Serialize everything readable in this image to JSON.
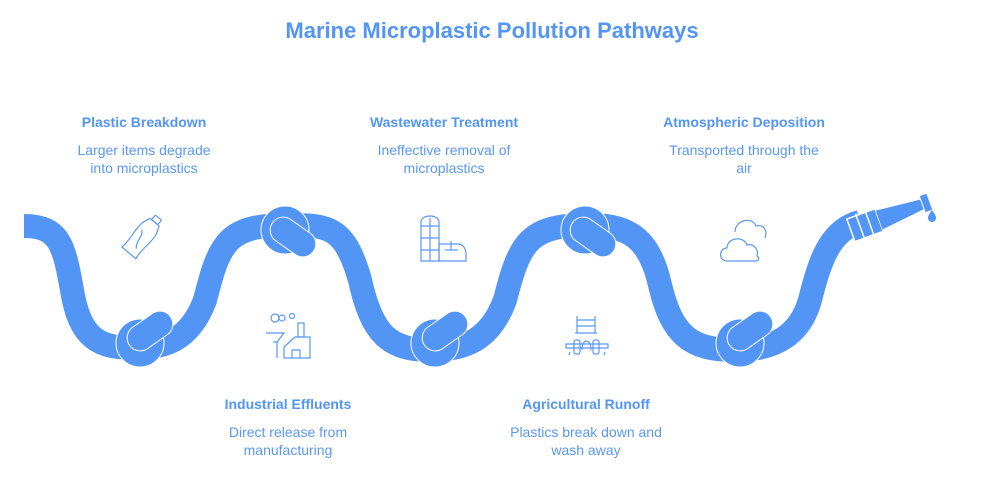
{
  "title": "Marine Microplastic Pollution Pathways",
  "colors": {
    "primary": "#5295f5",
    "rope": "#5295f5",
    "icon": "#5a98f2",
    "background": "#ffffff"
  },
  "steps": [
    {
      "title": "Plastic Breakdown",
      "description": "Larger items degrade into microplastics",
      "icon": "crumpled-bottle-icon",
      "position": "top"
    },
    {
      "title": "Industrial Effluents",
      "description": "Direct release from manufacturing",
      "icon": "factory-filter-icon",
      "position": "bottom"
    },
    {
      "title": "Wastewater Treatment",
      "description": "Ineffective removal of microplastics",
      "icon": "treatment-plant-icon",
      "position": "top"
    },
    {
      "title": "Agricultural Runoff",
      "description": "Plastics break down and wash away",
      "icon": "irrigation-sprinkler-icon",
      "position": "bottom"
    },
    {
      "title": "Atmospheric Deposition",
      "description": "Transported through the air",
      "icon": "clouds-icon",
      "position": "top"
    }
  ]
}
